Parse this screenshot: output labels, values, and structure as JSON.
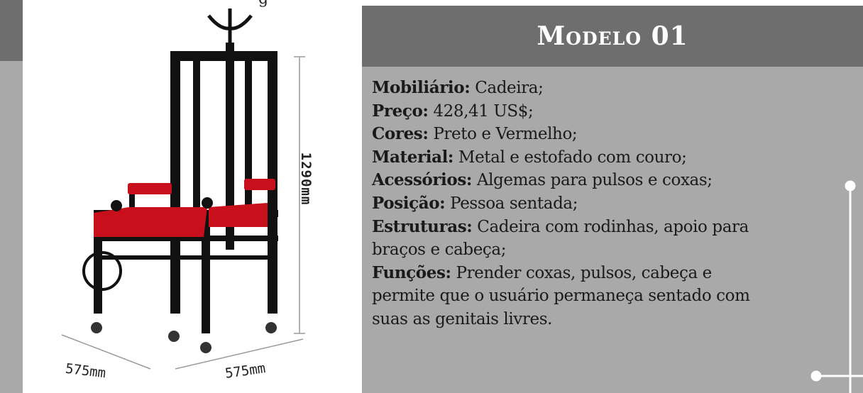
{
  "top_fragment": "g",
  "figure": {
    "alt_name": "chair-photo",
    "dimensions": {
      "height_label": "1290mm",
      "width_left_label": "575mm",
      "width_right_label": "575mm"
    },
    "colors": {
      "frame": "#111111",
      "upholstery": "#c8101c"
    }
  },
  "panel": {
    "title": "Modelo 01",
    "colors": {
      "header": "#6e6e6e",
      "body": "#a9a9a9",
      "title": "#ffffff"
    },
    "specs": [
      {
        "label": "Mobiliário:",
        "value": " Cadeira;"
      },
      {
        "label": "Preço:",
        "value": " 428,41 US$;"
      },
      {
        "label": "Cores:",
        "value": " Preto e Vermelho;"
      },
      {
        "label": "Material:",
        "value": " Metal e estofado com couro;"
      },
      {
        "label": "Acessórios:",
        "value": " Algemas para pulsos e coxas;"
      },
      {
        "label": "Posição:",
        "value": " Pessoa sentada;"
      },
      {
        "label": "Estruturas:",
        "value": " Cadeira com rodinhas, apoio para"
      },
      {
        "label": "",
        "value": "braços e cabeça;"
      },
      {
        "label": "Funções:",
        "value": " Prender coxas, pulsos, cabeça e"
      },
      {
        "label": "",
        "value": "permite que o usuário permaneça sentado com"
      },
      {
        "label": "",
        "value": "suas as genitais livres."
      }
    ]
  }
}
